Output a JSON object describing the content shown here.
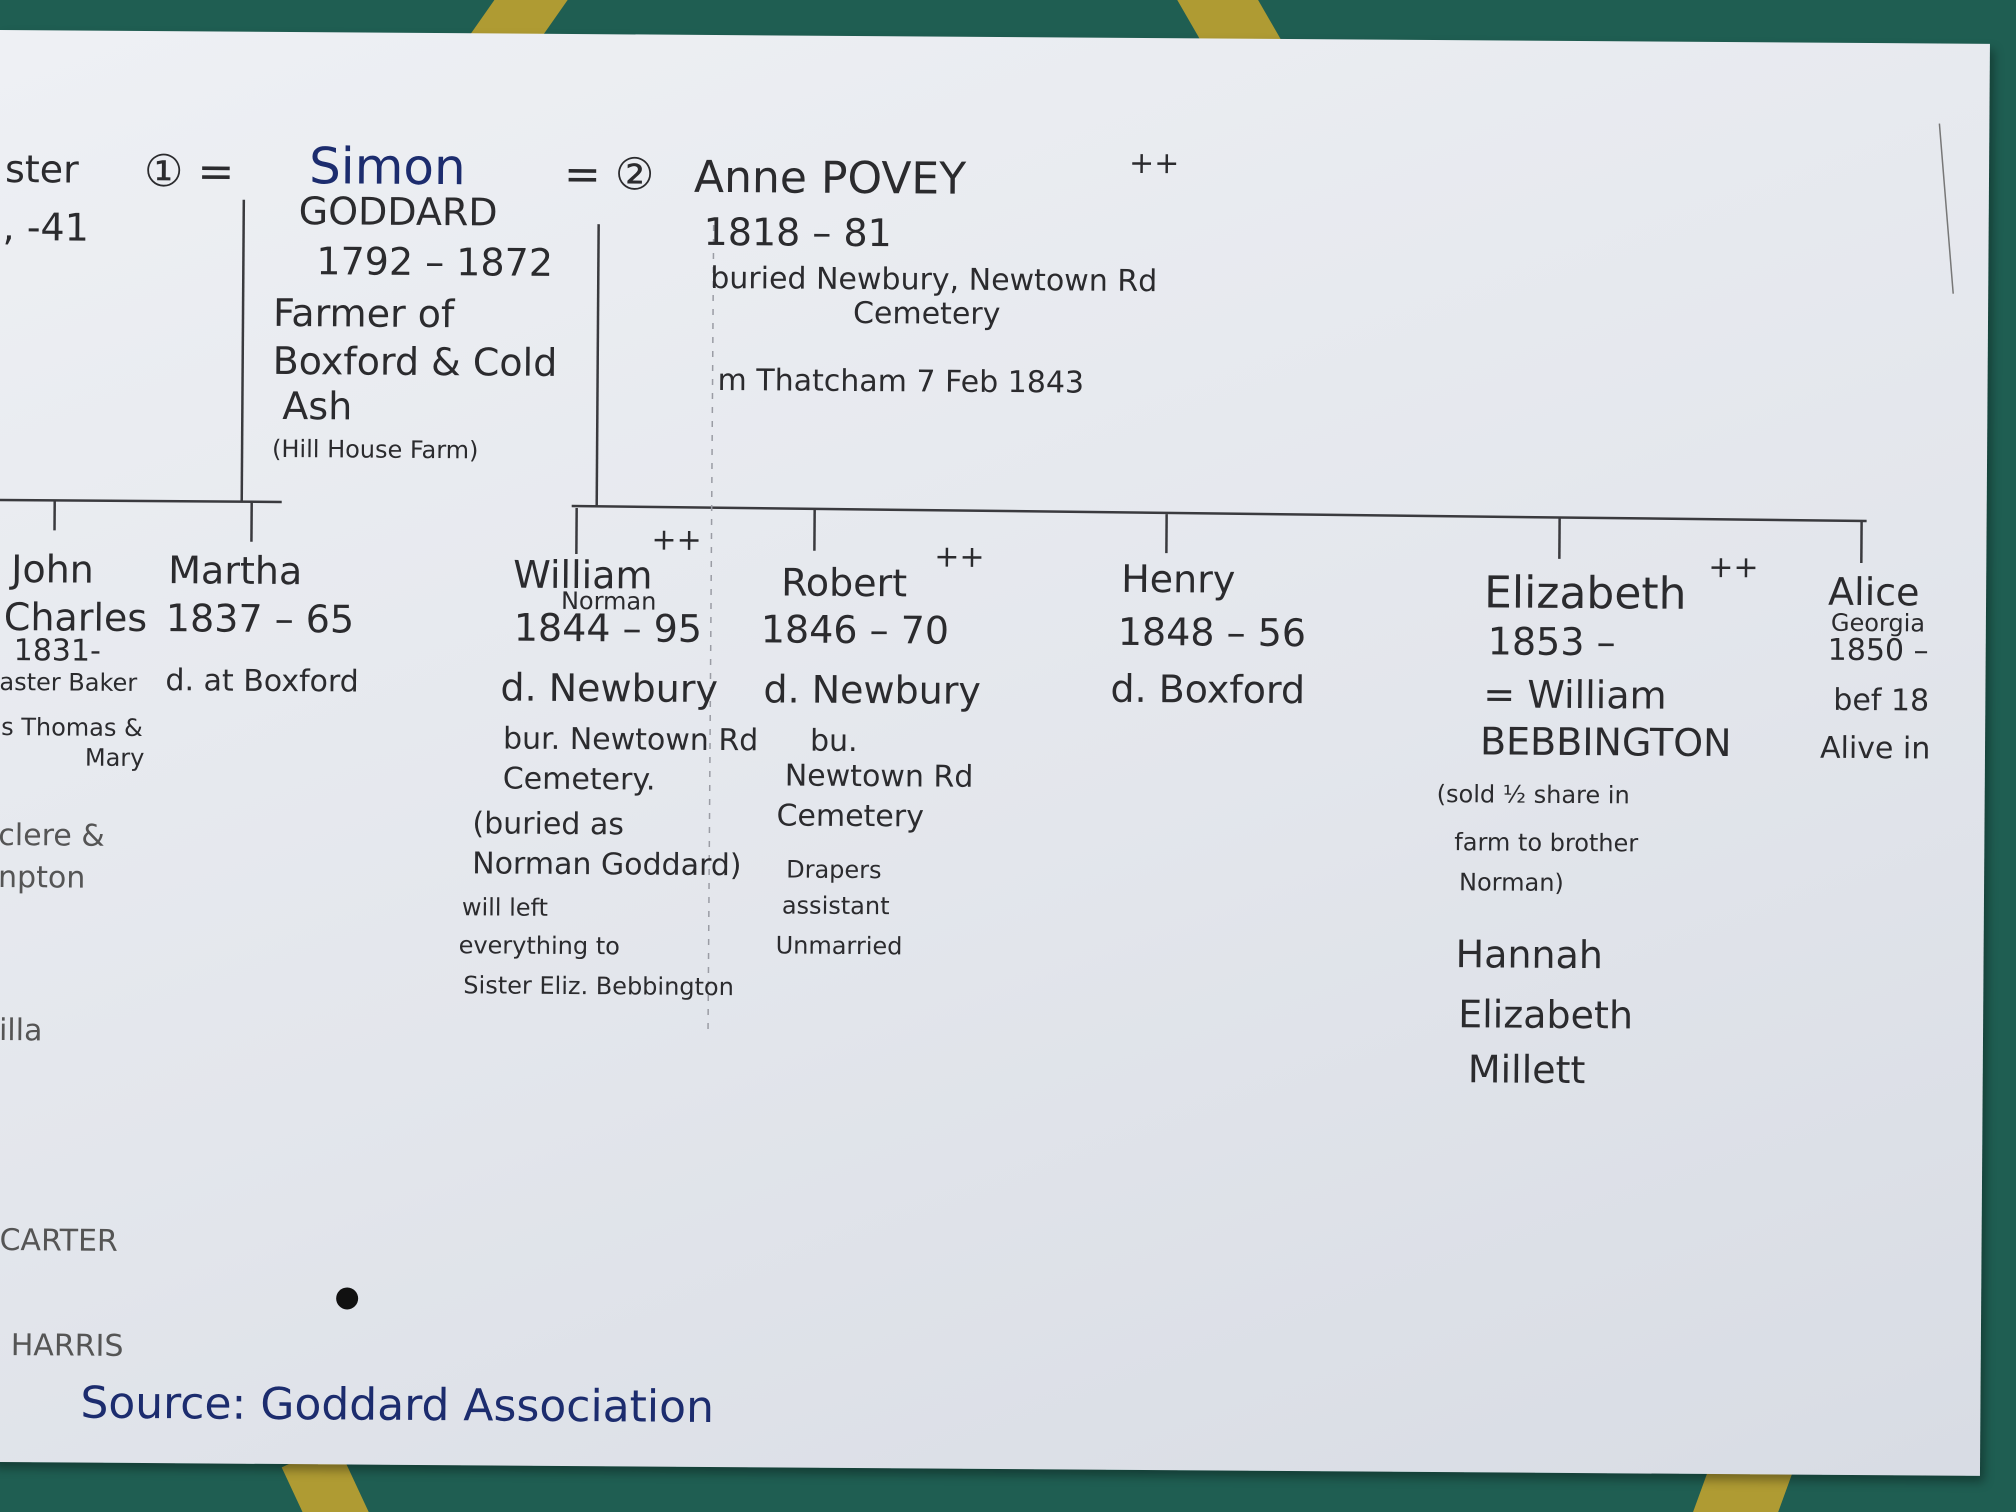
{
  "top": {
    "left_name": "ster",
    "left_dates": ", -41",
    "marriage1": "① =",
    "marriage2": "= ②"
  },
  "simon": {
    "first": "Simon",
    "surname": "GODDARD",
    "dates": "1792 – 1872",
    "note1": "Farmer of",
    "note2": "Boxford & Cold",
    "note3": "Ash",
    "note4": "(Hill House Farm)"
  },
  "anne": {
    "name": "Anne POVEY",
    "mark": "++",
    "dates": "1818 – 81",
    "burial1": "buried Newbury, Newtown Rd",
    "burial2": "Cemetery",
    "married": "m Thatcham 7 Feb 1843"
  },
  "left_children": {
    "john": "John",
    "charles": "Charles",
    "john_dates": "1831-",
    "john_note1": "aster Baker",
    "john_note2": "s Thomas &",
    "john_note3": "Mary",
    "martha": "Martha",
    "martha_dates": "1837 – 65",
    "martha_note": "d. at Boxford",
    "other1": "clere &",
    "other2": "npton",
    "other3": "illa",
    "other4": "CARTER",
    "other5": "HARRIS"
  },
  "william": {
    "mark": "++",
    "name": "William",
    "middle": "Norman",
    "dates": "1844 – 95",
    "note1": "d. Newbury",
    "note2": "bur. Newtown Rd",
    "note3": "Cemetery.",
    "note4": "(buried as",
    "note5": "Norman Goddard)",
    "note6": "will left",
    "note7": "everything to",
    "note8": "Sister Eliz. Bebbington"
  },
  "robert": {
    "mark": "++",
    "name": "Robert",
    "dates": "1846 – 70",
    "note1": "d. Newbury",
    "note2": "bu.",
    "note3": "Newtown Rd",
    "note4": "Cemetery",
    "note5": "Drapers",
    "note6": "assistant",
    "note7": "Unmarried"
  },
  "henry": {
    "name": "Henry",
    "dates": "1848 – 56",
    "note1": "d. Boxford"
  },
  "elizabeth": {
    "mark": "++",
    "name": "Elizabeth",
    "dates": "1853 –",
    "spouse1": "= William",
    "spouse2": "BEBBINGTON",
    "note1": "(sold ½ share in",
    "note2": "farm to brother",
    "note3": "Norman)",
    "child1": "Hannah",
    "child2": "Elizabeth",
    "child3": "Millett"
  },
  "alice": {
    "name": "Alice",
    "middle": "Georgia",
    "dates": "1850 –",
    "note1": "bef 18",
    "note2": "Alive in"
  },
  "source": "Source: Goddard Association",
  "colors": {
    "paper": "#e6e9ee",
    "pencil": "#2b2b2e",
    "ink": "#1c2c6e",
    "backdrop": "#1f5e52",
    "accent": "#c9a62e"
  }
}
